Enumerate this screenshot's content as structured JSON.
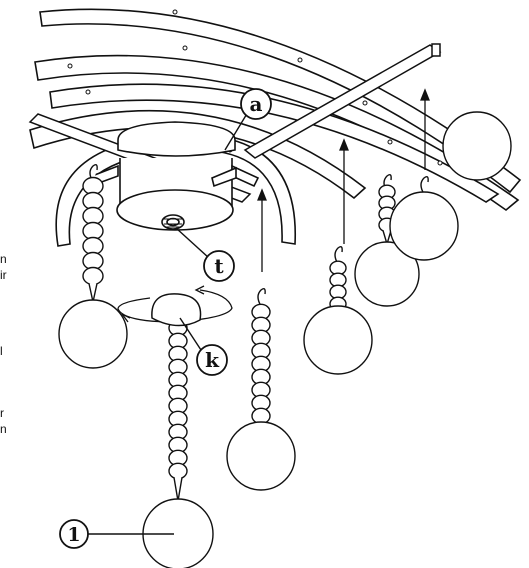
{
  "callouts": {
    "a": "a",
    "t": "t",
    "k": "k",
    "one": "1"
  },
  "side_text_fragments": [
    "n",
    "ir",
    "l",
    "r",
    "n"
  ],
  "colors": {
    "line": "#111111",
    "fill": "#ffffff"
  }
}
